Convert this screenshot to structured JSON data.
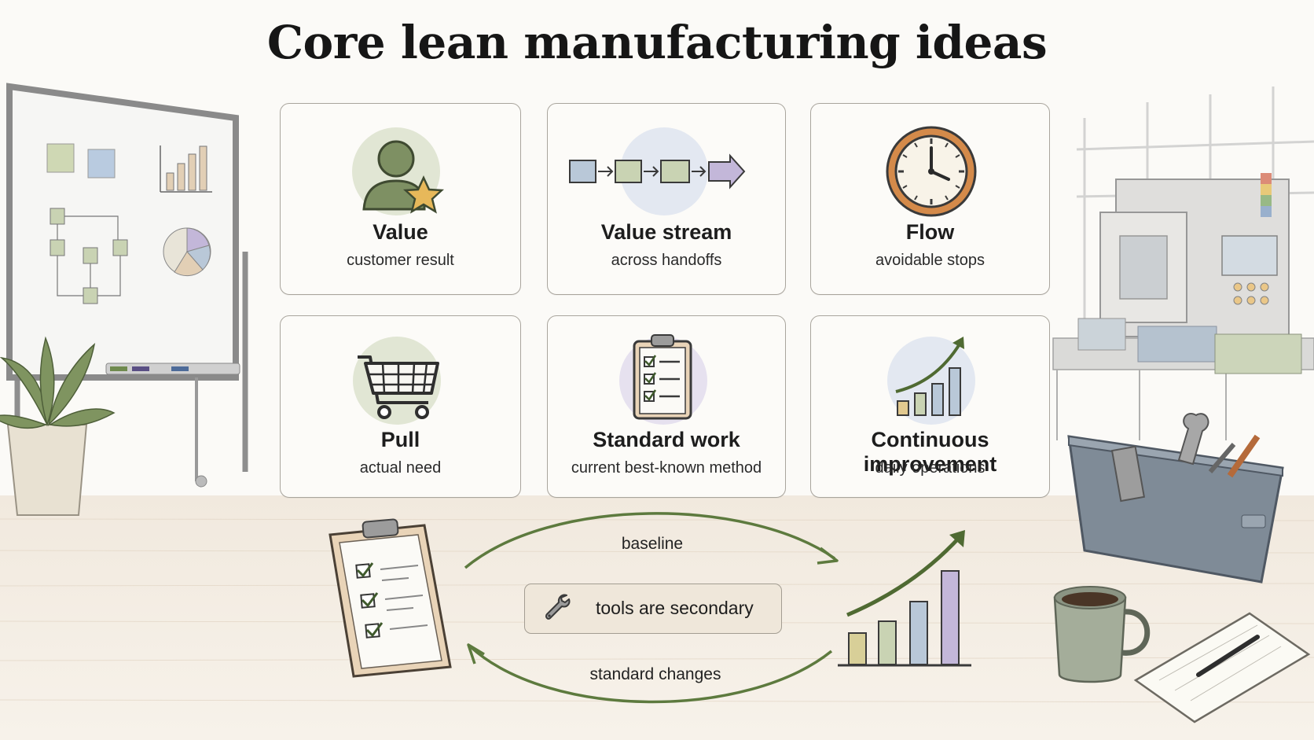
{
  "title": "Core lean manufacturing ideas",
  "cards": [
    {
      "icon": "user-star-icon",
      "title": "Value",
      "subtitle": "customer result"
    },
    {
      "icon": "value-stream-arrows-icon",
      "title": "Value stream",
      "subtitle": "across handoffs"
    },
    {
      "icon": "clock-icon",
      "title": "Flow",
      "subtitle": "avoidable stops"
    },
    {
      "icon": "shopping-cart-icon",
      "title": "Pull",
      "subtitle": "actual need"
    },
    {
      "icon": "clipboard-checklist-icon",
      "title": "Standard work",
      "subtitle": "current best-known method"
    },
    {
      "icon": "rising-bars-icon",
      "title": "Continuous improvement",
      "subtitle": "daily operations"
    }
  ],
  "cycle": {
    "top_label": "baseline",
    "bottom_label": "standard changes",
    "note": "tools are secondary"
  },
  "colors": {
    "green": "#5d7a3e",
    "sage": "#c9d3b3",
    "blue": "#b9c8d8",
    "lavender": "#c3b7d9",
    "tan": "#e9d4b8",
    "clock_orange": "#d48a4a",
    "star": "#e7b85a",
    "ink": "#3a3a3a"
  }
}
